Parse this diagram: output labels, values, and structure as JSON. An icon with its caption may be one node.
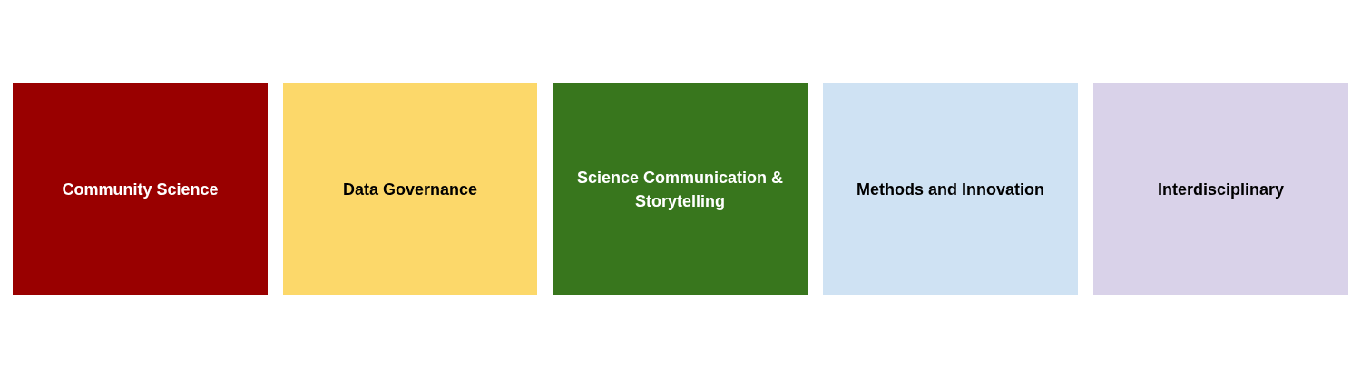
{
  "diagram": {
    "nodes": [
      {
        "text": [
          "Community Science"
        ]
      },
      {
        "text": [
          "Data Governance"
        ]
      },
      {
        "text": [
          "Science Communication & Storytelling"
        ]
      },
      {
        "text": [
          "Methods and Innovation"
        ]
      },
      {
        "text": [
          "Interdisciplinary"
        ]
      }
    ]
  }
}
